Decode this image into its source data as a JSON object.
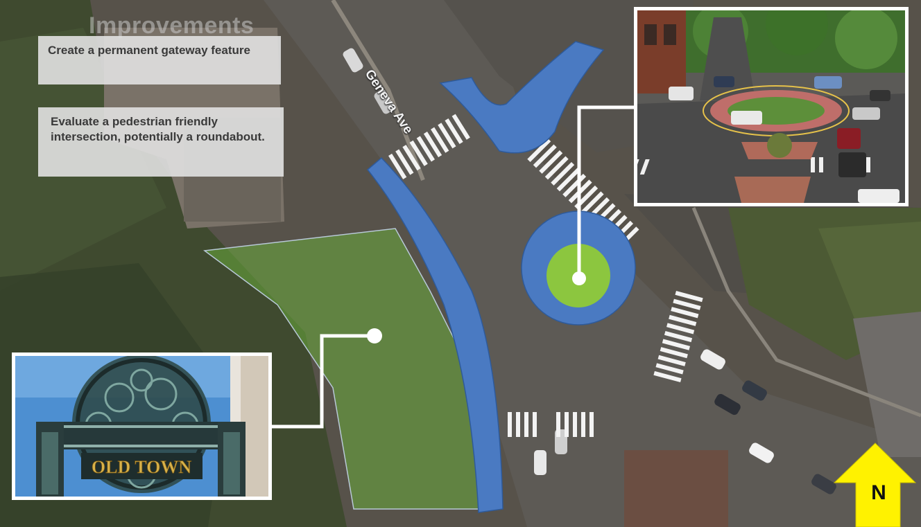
{
  "heading": "Improvements",
  "notes": [
    {
      "text": "Create a permanent gateway feature"
    },
    {
      "text": "Evaluate a pedestrian friendly intersection, potentially a roundabout."
    }
  ],
  "street_label": "Geneva Ave",
  "sign_text": "OLD TOWN",
  "north_label": "N",
  "colors": {
    "median_blue": "#4a7ac2",
    "roundabout_green": "#8cc63f",
    "open_space_green": "#6aab3c",
    "north_arrow": "#fff200",
    "callout_line": "#ffffff"
  }
}
